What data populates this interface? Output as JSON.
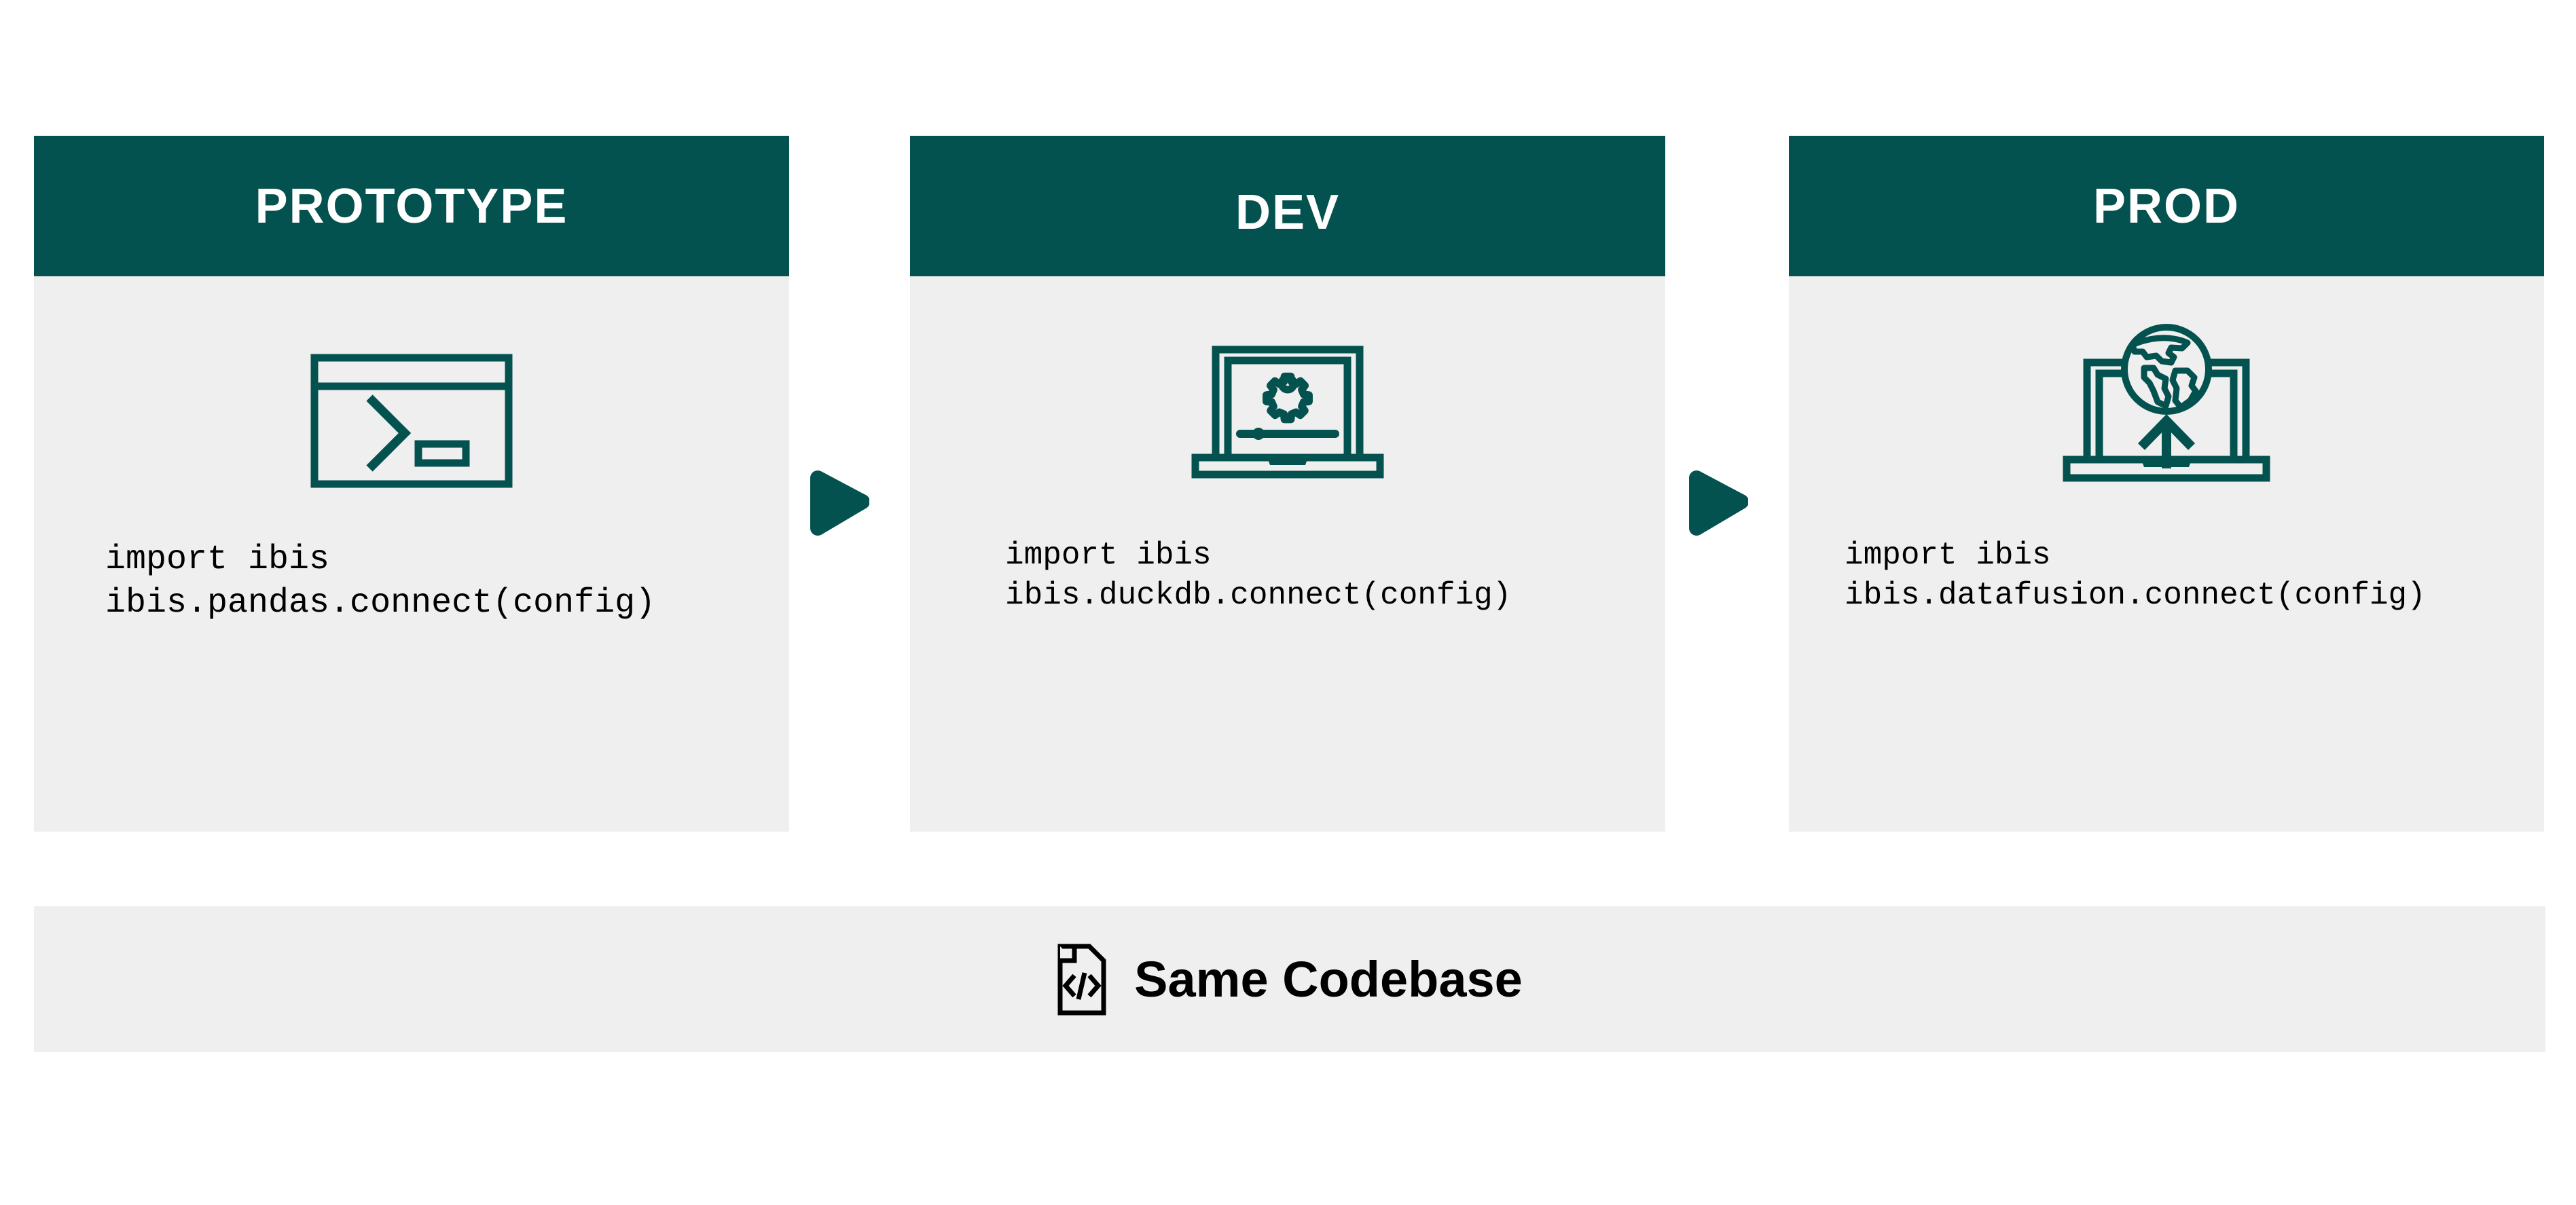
{
  "theme": {
    "accent_teal": "#04524F",
    "panel_bg": "#EFEFEF",
    "page_bg": "#FFFFFF",
    "text_dark": "#000000",
    "header_text": "#FFFFFF"
  },
  "stages": [
    {
      "title": "PROTOTYPE",
      "icon_name": "terminal-window-icon",
      "code_line_1": "import ibis",
      "code_line_2": "ibis.pandas.connect(config)",
      "code": "import ibis\nibis.pandas.connect(config)"
    },
    {
      "title": "DEV",
      "icon_name": "laptop-gear-icon",
      "code_line_1": "import ibis",
      "code_line_2": "ibis.duckdb.connect(config)",
      "code": "import ibis\nibis.duckdb.connect(config)"
    },
    {
      "title": "PROD",
      "icon_name": "laptop-globe-upload-icon",
      "code_line_1": "import ibis",
      "code_line_2": "ibis.datafusion.connect(config)",
      "code": "import ibis\nibis.datafusion.connect(config)"
    }
  ],
  "connectors": [
    {
      "icon_name": "play-triangle-right-icon"
    },
    {
      "icon_name": "play-triangle-right-icon"
    }
  ],
  "footer": {
    "icon_name": "code-file-icon",
    "label": "Same Codebase"
  }
}
